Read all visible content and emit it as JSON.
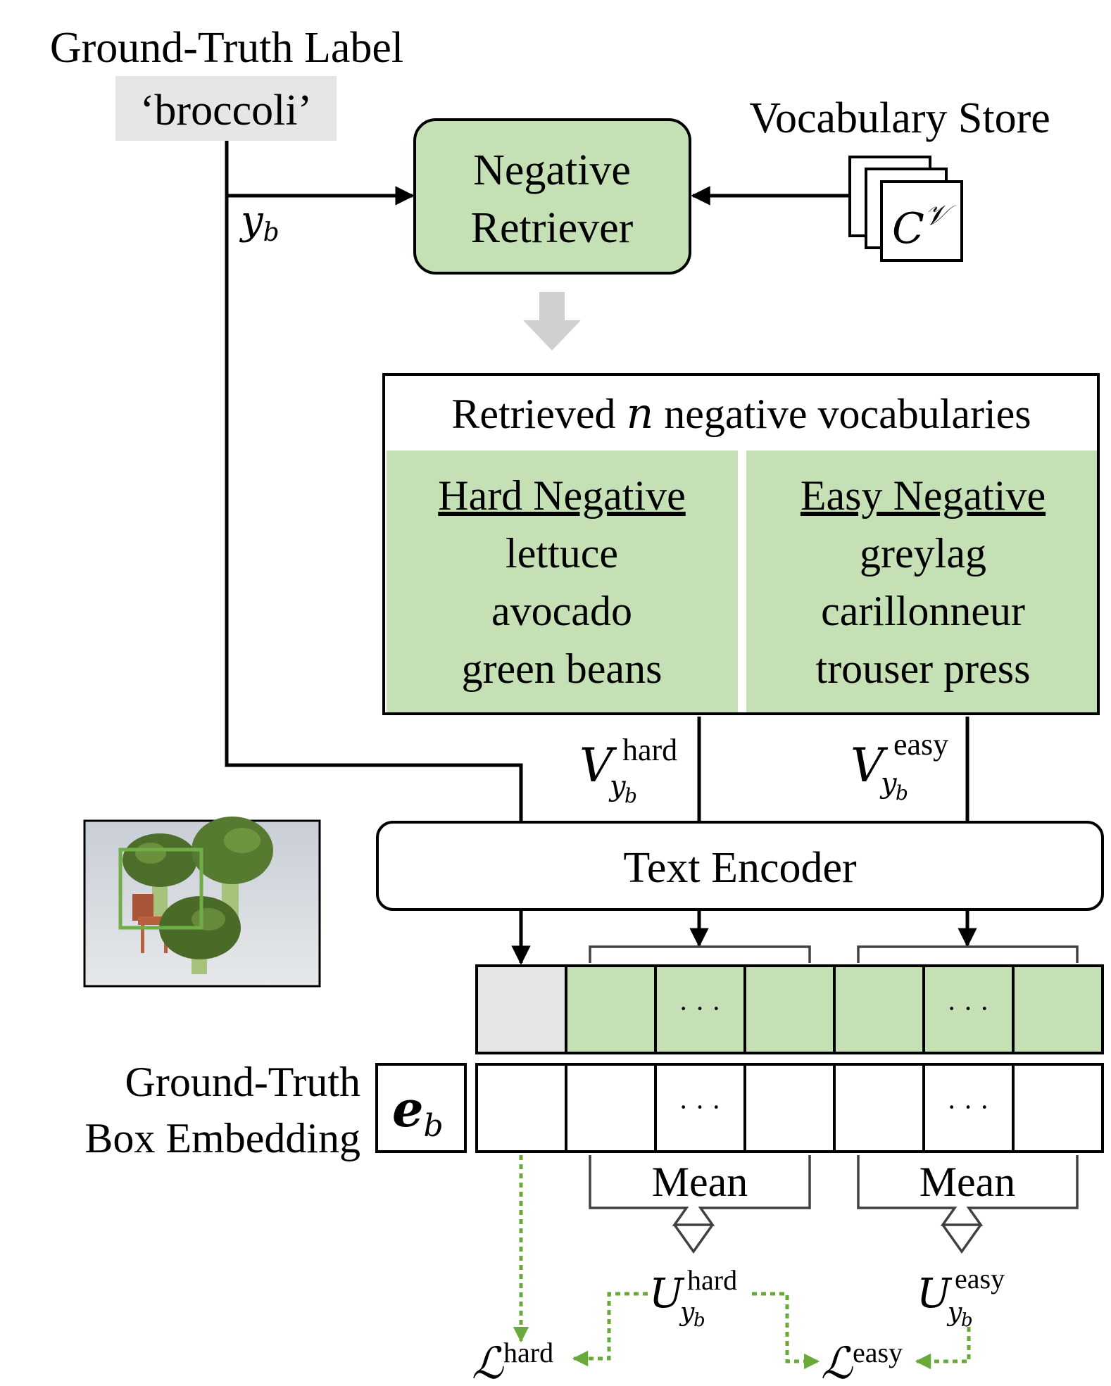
{
  "ground_truth_label": {
    "title": "Ground-Truth Label",
    "value": "‘broccoli’",
    "symbol": "y",
    "symbol_sub": "b"
  },
  "negative_retriever": {
    "line1": "Negative",
    "line2": "Retriever"
  },
  "vocabulary_store": {
    "title": "Vocabulary Store",
    "symbol": "C",
    "symbol_sup": "𝒱"
  },
  "retrieved": {
    "title_before": "Retrieved ",
    "title_var": "n",
    "title_after": " negative vocabularies",
    "hard": {
      "header": "Hard Negative",
      "items": [
        "lettuce",
        "avocado",
        "green beans"
      ]
    },
    "easy": {
      "header": "Easy Negative",
      "items": [
        "greylag",
        "carillonneur",
        "trouser press"
      ]
    }
  },
  "vectors": {
    "v_hard": {
      "base": "V",
      "sup": "hard",
      "sub": "y",
      "subsub": "b"
    },
    "v_easy": {
      "base": "V",
      "sup": "easy",
      "sub": "y",
      "subsub": "b"
    }
  },
  "text_encoder": {
    "label": "Text Encoder"
  },
  "gt_box_embedding": {
    "line1": "Ground-Truth",
    "line2": "Box Embedding",
    "symbol": "e",
    "symbol_sub": "b"
  },
  "embedding_rows": {
    "ellipsis": "· · ·"
  },
  "mean": {
    "hard_label": "Mean",
    "easy_label": "Mean"
  },
  "outputs": {
    "u_hard": {
      "base": "U",
      "sup": "hard",
      "sub": "y",
      "subsub": "b"
    },
    "u_easy": {
      "base": "U",
      "sup": "easy",
      "sub": "y",
      "subsub": "b"
    },
    "loss_hard": {
      "base": "ℒ",
      "sup": "hard"
    },
    "loss_easy": {
      "base": "ℒ",
      "sup": "easy"
    }
  },
  "colors": {
    "green_fill": "#c5e0b4",
    "gray_fill": "#e6e6e6",
    "arrow_gray": "#d0d0d0",
    "dotted_green": "#6aaa3a",
    "bbox_green": "#70ad47"
  }
}
